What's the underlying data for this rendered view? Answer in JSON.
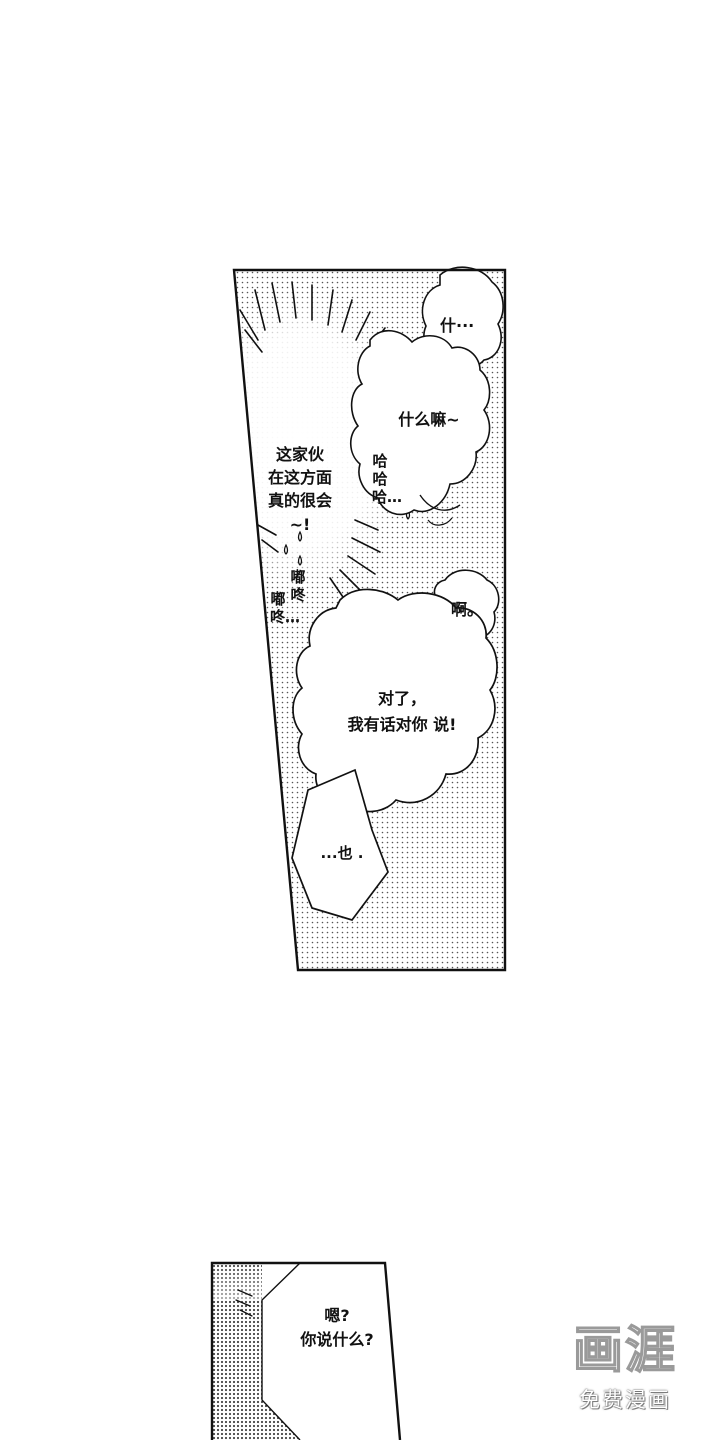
{
  "panel1": {
    "bubbles": {
      "shi": "什···",
      "shenme": "什么嘛~",
      "a": "啊。",
      "duile": "对了，\n我有话对你 说!",
      "ye": "...也 ."
    },
    "narration": "这家伙\n在这方面\n真的很会\n~!",
    "sfx_haha": "哈哈哈…",
    "sfx_du1": "嘟咚",
    "sfx_du2": "嘟咚…"
  },
  "panel2": {
    "bubble": "嗯?\n你说什么?"
  },
  "watermark": {
    "logo_text": "画涯",
    "subtitle": "免费漫画"
  }
}
